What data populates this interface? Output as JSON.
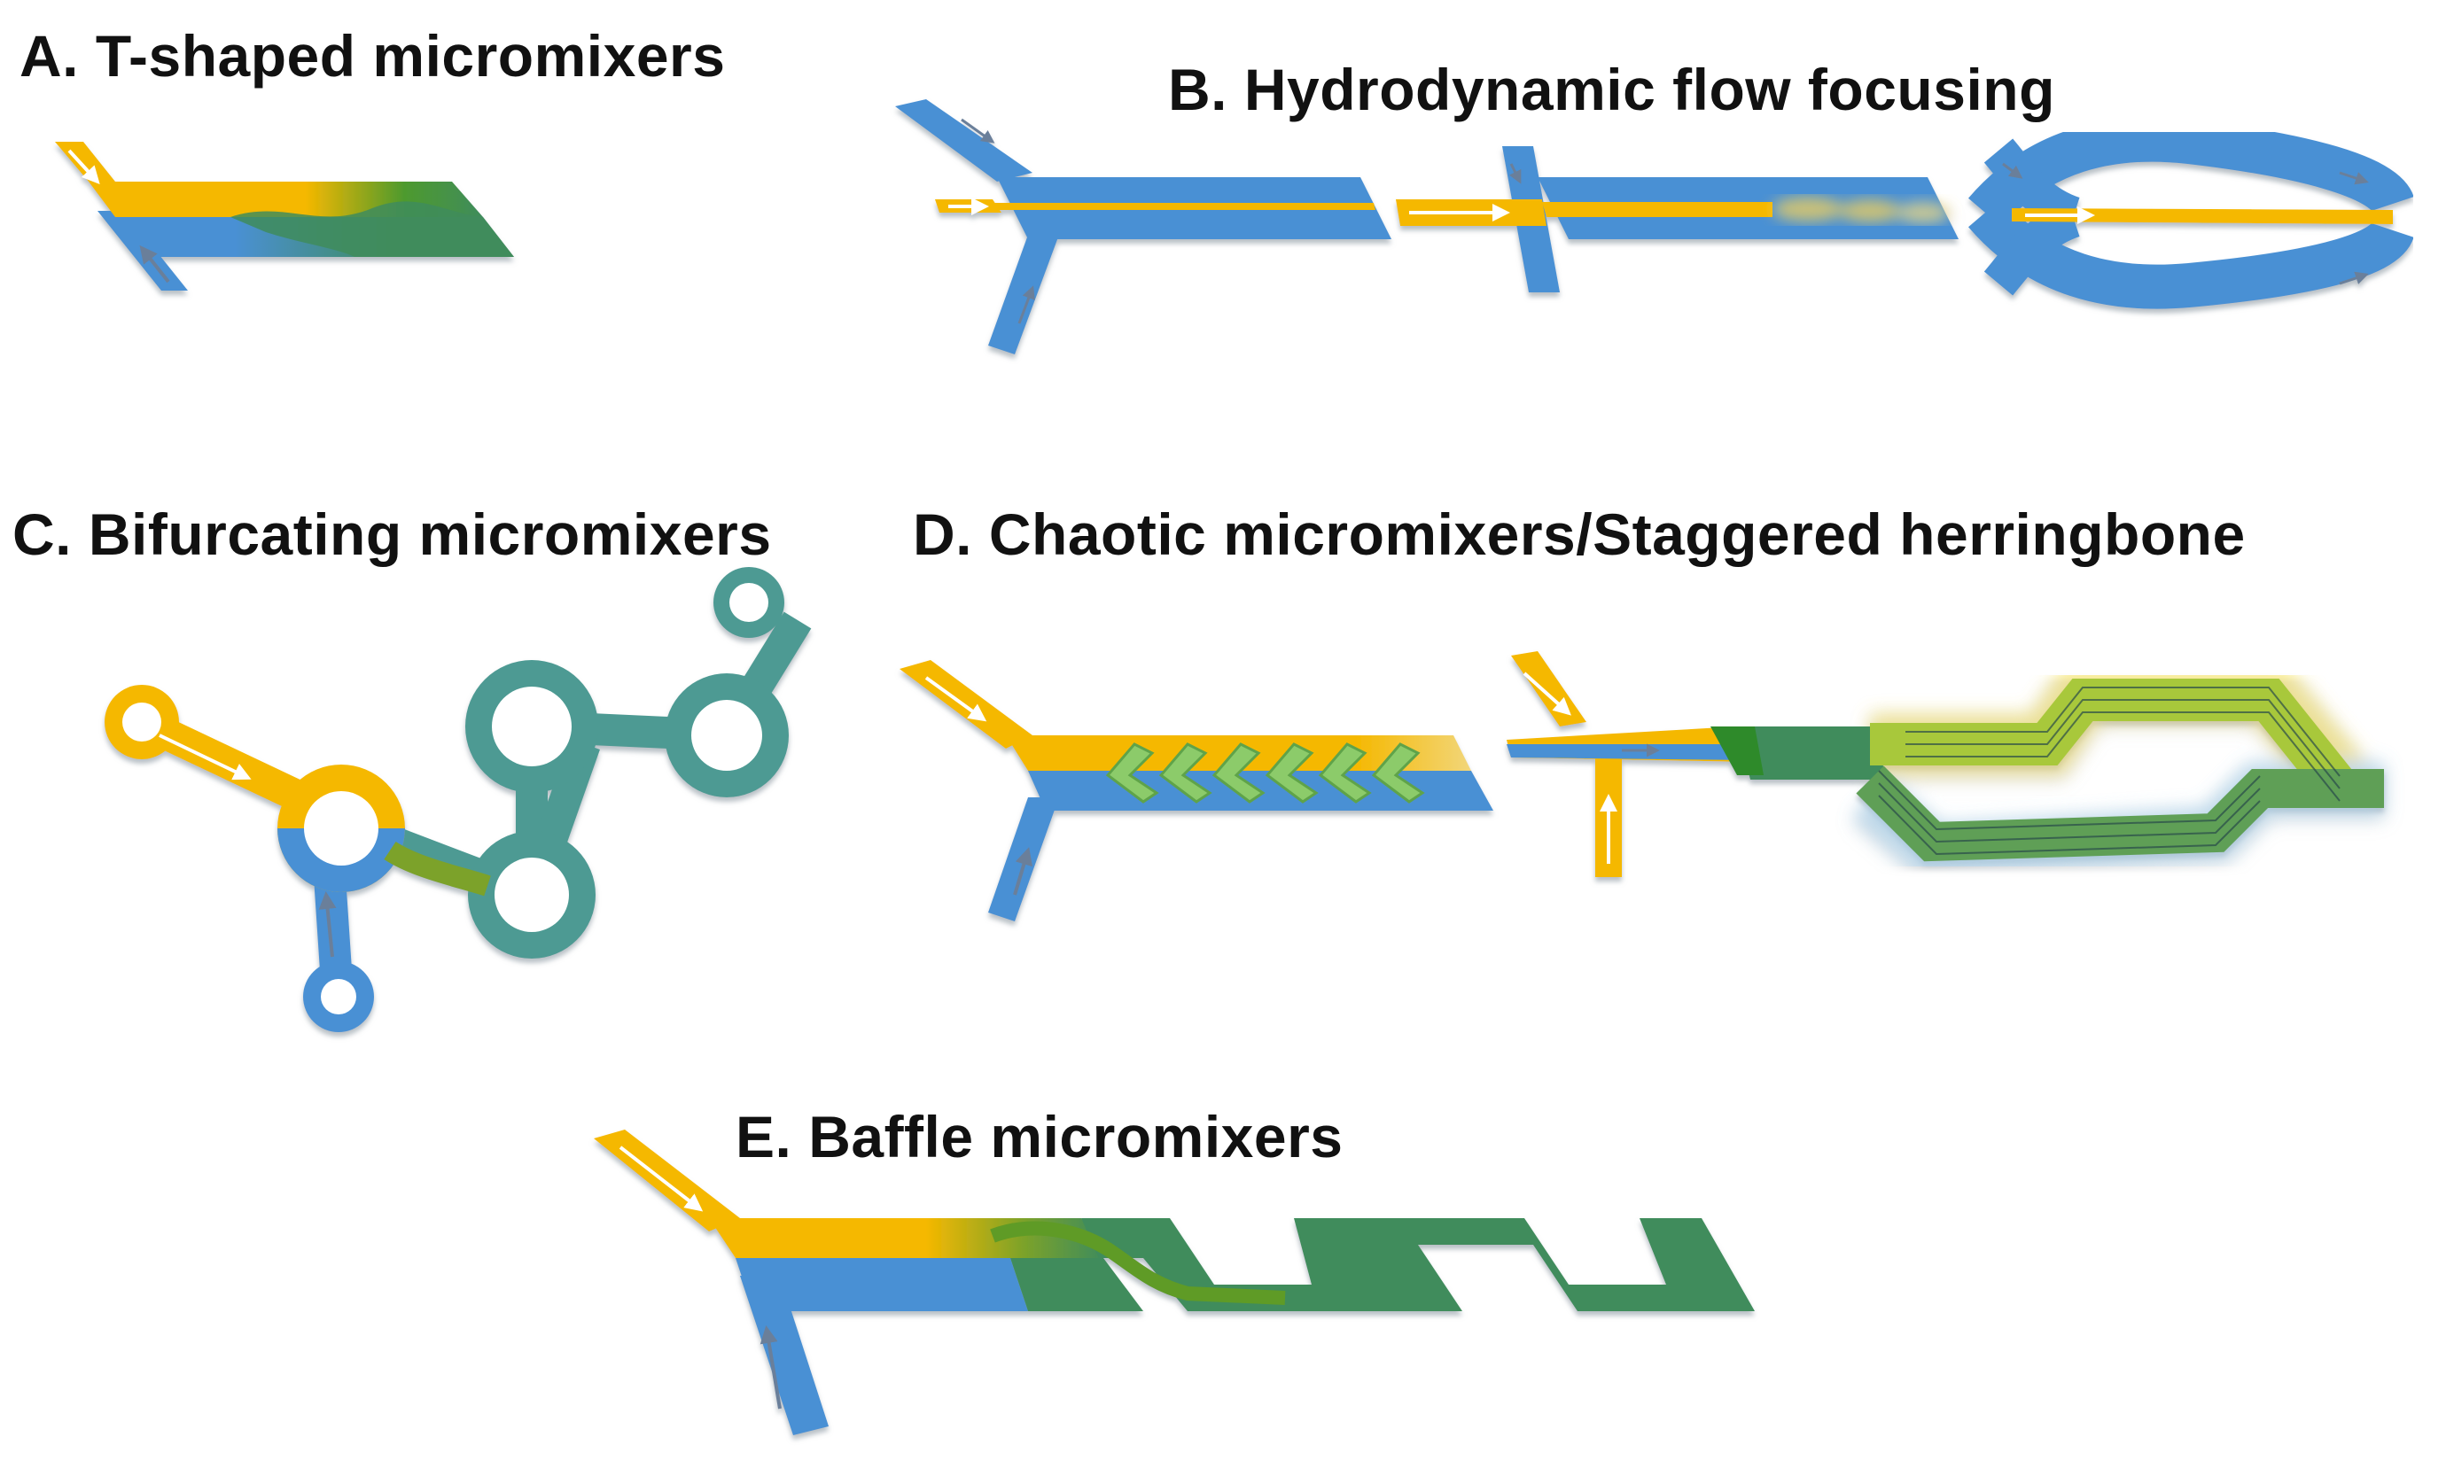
{
  "panels": {
    "a": {
      "title": "A. T-shaped micromixers"
    },
    "b": {
      "title": "B. Hydrodynamic flow focusing"
    },
    "c": {
      "title": "C. Bifurcating micromixers"
    },
    "d": {
      "title": "D. Chaotic micromixers/Staggered herringbone"
    },
    "e": {
      "title": "E. Baffle micromixers"
    }
  },
  "colors": {
    "yellow": "#F5B800",
    "blue": "#4A90D4",
    "green": "#3F8C5C",
    "teal": "#4E9A93",
    "lime": "#A8C83A",
    "light_green": "#8CCB6A"
  }
}
